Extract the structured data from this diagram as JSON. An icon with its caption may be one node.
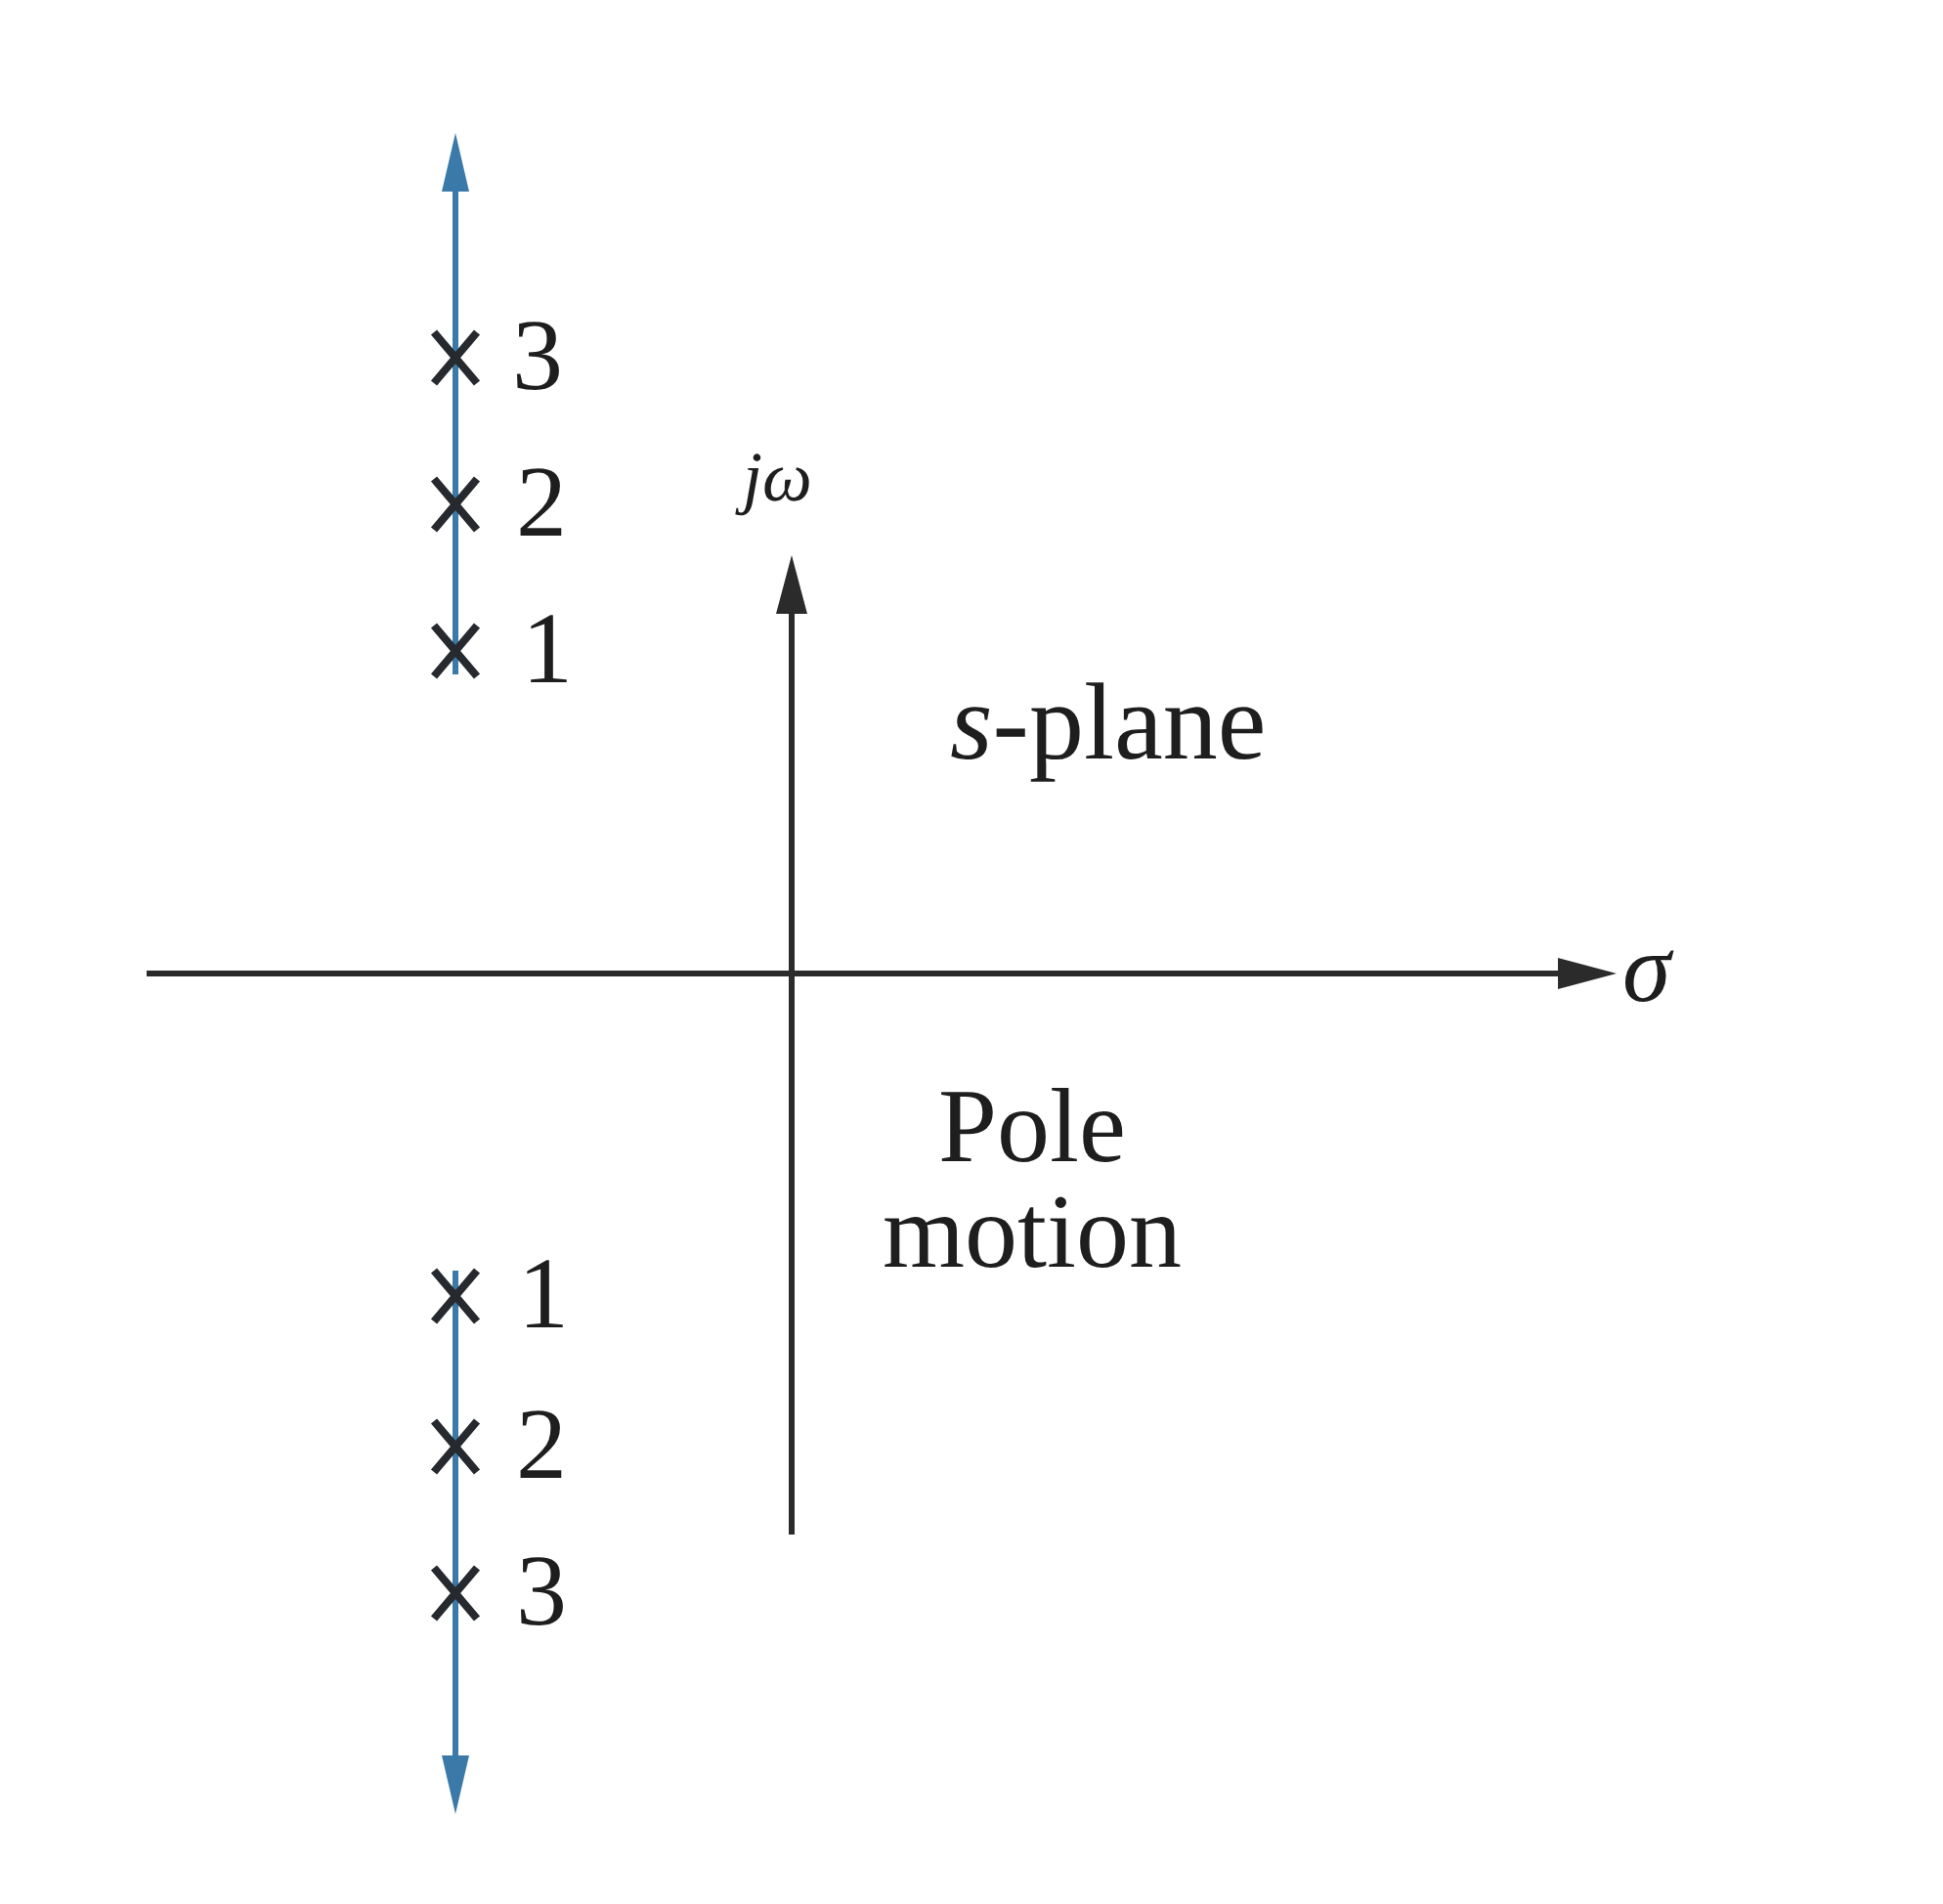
{
  "diagram": {
    "labels": [
      "3",
      "2",
      "1",
      "jω",
      "*s*-plane",
      "σ",
      "Pole motion",
      "1",
      "2",
      "3"
    ]
  }
}
